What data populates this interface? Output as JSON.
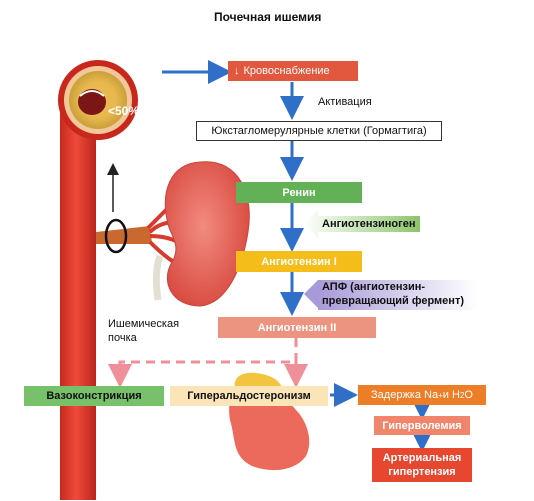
{
  "title": "Почечная ишемия",
  "vessel": {
    "stenosis_label": "<50%"
  },
  "kidney_label": {
    "line1": "Ишемическая",
    "line2": "почка"
  },
  "activation_label": "Активация",
  "boxes": {
    "blood_supply": {
      "arrow": "↓",
      "text": "Кровоснабжение"
    },
    "juxtaglomerular": "Юкстагломерулярные клетки (Гормагтига)",
    "renin": "Ренин",
    "angiotensinogen": "Ангиотензиноген",
    "angiotensin1": "Ангиотензин I",
    "ace": {
      "line1": "АПФ (ангиотензин-",
      "line2": "превращающий фермент)"
    },
    "angiotensin2": "Ангиотензин II",
    "vasoconstriction": "Вазоконстрикция",
    "hyperaldosteronism": "Гиперальдостеронизм",
    "retention": {
      "prefix": "Задержка Na",
      "sup": "+",
      "middle": " и H",
      "sub": "2",
      "suffix": "O"
    },
    "hypervolemia": "Гиперволемия",
    "hypertension": {
      "line1": "Артериальная",
      "line2": "гипертензия"
    }
  },
  "colors": {
    "artery": "#e03a2c",
    "arrow_blue": "#2f6fc8",
    "dashed_pink": "#ef8f9a",
    "blood_supply_box": "#e2583e",
    "renin_box": "#63b157",
    "angiotensinogen_box": "#a3cf7d",
    "angiotensin1_box": "#f4bd1a",
    "ace_box": "#b7aee0",
    "angiotensin2_box": "#ec9480",
    "vasoconstriction_box": "#78c16b",
    "hyperaldosteronism_box": "#fbe4b8",
    "retention_box": "#ee7d28",
    "hypervolemia_box": "#f0856b",
    "hypertension_box": "#e7472f",
    "kidney": "#ea6a63",
    "adrenal": "#f2c440"
  }
}
